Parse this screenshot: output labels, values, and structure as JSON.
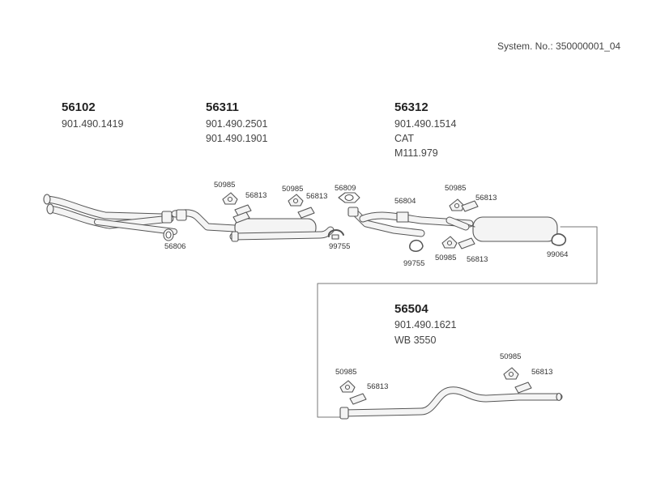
{
  "system_no": "System. No.: 350000001_04",
  "groups": [
    {
      "number": "56102",
      "lines": [
        "901.490.1419"
      ]
    },
    {
      "number": "56311",
      "lines": [
        "901.490.2501",
        "901.490.1901"
      ]
    },
    {
      "number": "56312",
      "lines": [
        "901.490.1514",
        "CAT",
        "M111.979"
      ]
    },
    {
      "number": "56504",
      "lines": [
        "901.490.1621",
        "WB 3550"
      ]
    }
  ],
  "parts": [
    "56806",
    "50985",
    "56813",
    "50985",
    "56813",
    "56809",
    "99755",
    "56804",
    "99755",
    "50985",
    "56813",
    "50985",
    "56813",
    "99064",
    "50985",
    "56813",
    "50985",
    "56813"
  ]
}
